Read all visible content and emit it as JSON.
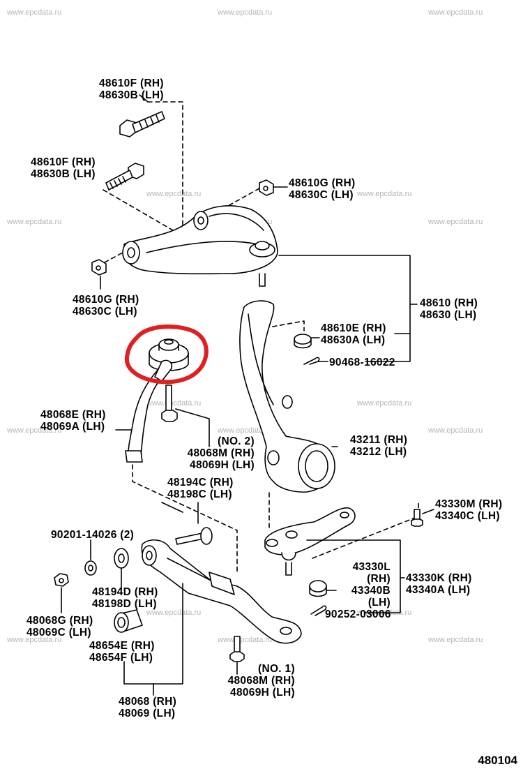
{
  "diagram": {
    "title": "Front suspension arm parts diagram",
    "page_number": "480104",
    "watermark_text": "www.epcdata.ru",
    "highlight_color": "#e02020",
    "highlighted_part": "upper bushing of strut rod 48068E / 48069A",
    "labels": {
      "bolt_upper_a": {
        "rh": "48610F (RH)",
        "lh": "48630B (LH)"
      },
      "bolt_upper_b": {
        "rh": "48610F (RH)",
        "lh": "48630B (LH)"
      },
      "nut_upper_right": {
        "rh": "48610G (RH)",
        "lh": "48630C (LH)"
      },
      "nut_upper_left": {
        "rh": "48610G (RH)",
        "lh": "48630C (LH)"
      },
      "upper_arm": {
        "rh": "48610 (RH)",
        "lh": "48630 (LH)"
      },
      "upper_nut_castle": {
        "rh": "48610E (RH)",
        "lh": "48630A (LH)"
      },
      "cotter_pin_upper": {
        "single": "90468-16022"
      },
      "strut_rod": {
        "rh": "48068E (RH)",
        "lh": "48069A (LH)"
      },
      "bolt_no2": {
        "note": "(NO. 2)",
        "rh": "48068M (RH)",
        "lh": "48069H (LH)"
      },
      "knuckle": {
        "rh": "43211 (RH)",
        "lh": "43212 (LH)"
      },
      "bushing_c": {
        "rh": "48194C (RH)",
        "lh": "48198C (LH)"
      },
      "washer": {
        "single": "90201-14026 (2)"
      },
      "ball_joint_bolt": {
        "rh": "43330M (RH)",
        "lh": "43340C (LH)"
      },
      "ball_joint_l": {
        "rh_line1": "43330L",
        "rh_line2": "(RH)",
        "lh_line1": "43340B",
        "lh_line2": "(LH)"
      },
      "ball_joint": {
        "rh": "43330K (RH)",
        "lh": "43340A (LH)"
      },
      "cotter_pin_lower": {
        "single": "90252-03006"
      },
      "bushing_d": {
        "rh": "48194D (RH)",
        "lh": "48198D (LH)"
      },
      "nut_lower": {
        "rh": "48068G (RH)",
        "lh": "48069C (LH)"
      },
      "bushing_lower": {
        "rh": "48654E (RH)",
        "lh": "48654F (LH)"
      },
      "lower_arm": {
        "rh": "48068 (RH)",
        "lh": "48069 (LH)"
      },
      "bolt_no1": {
        "note": "(NO. 1)",
        "rh": "48068M (RH)",
        "lh": "48069H (LH)"
      }
    }
  }
}
